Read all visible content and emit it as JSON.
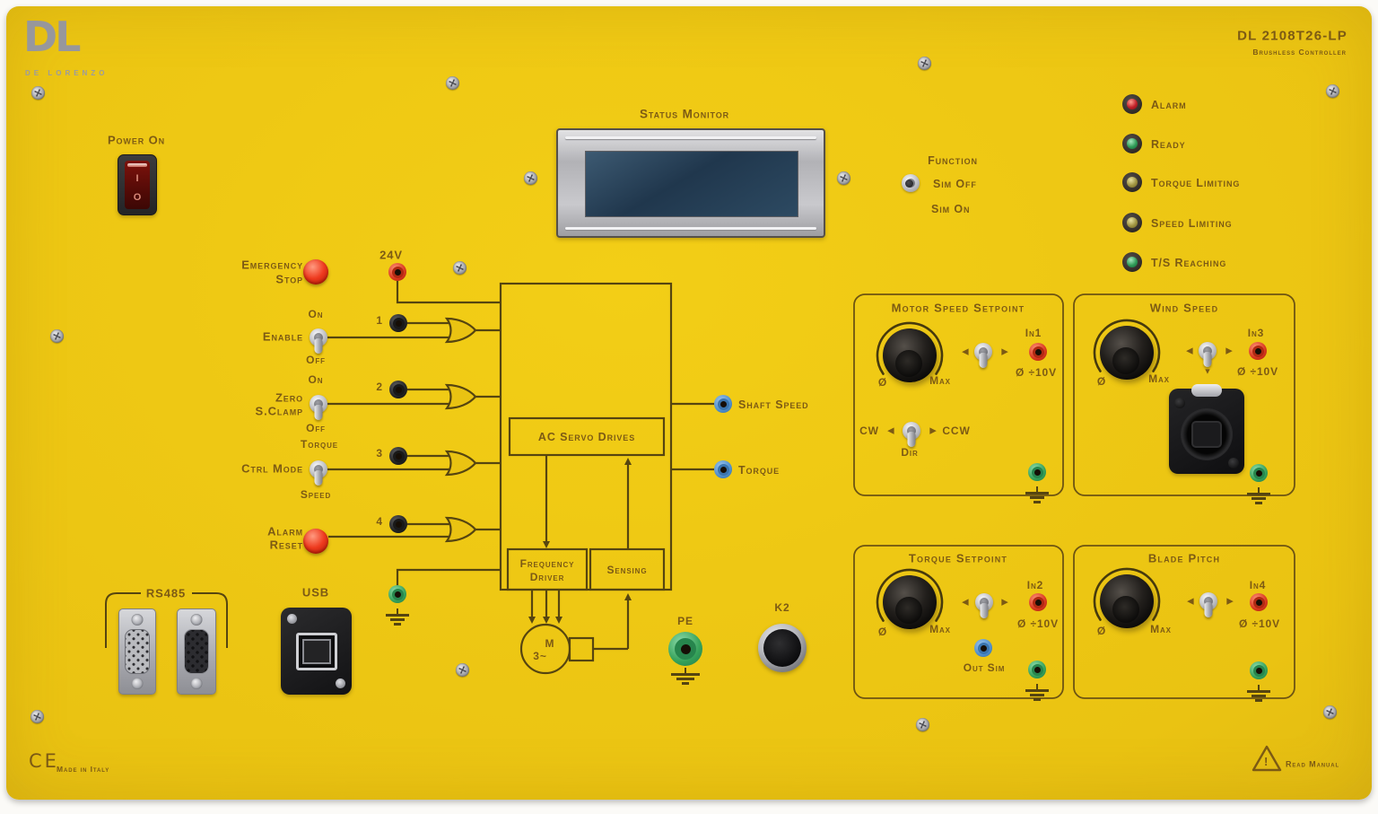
{
  "brand": {
    "logo": "DL",
    "name": "De Lorenzo"
  },
  "header": {
    "model": "DL 2108T26-LP",
    "subtitle": "Brushless Controller"
  },
  "power": {
    "label": "Power On",
    "on": "I",
    "off": "O"
  },
  "monitor": {
    "title": "Status Monitor"
  },
  "function": {
    "title": "Function",
    "sim_off": "Sim Off",
    "sim_on": "Sim On"
  },
  "leds": [
    {
      "label": "Alarm",
      "color": "#c02028"
    },
    {
      "label": "Ready",
      "color": "#2f9b56"
    },
    {
      "label": "Torque Limiting",
      "color": "#9f9440"
    },
    {
      "label": "Speed Limiting",
      "color": "#9f9440"
    },
    {
      "label": "T/S Reaching",
      "color": "#2f9b56"
    }
  ],
  "left": {
    "emergency": {
      "l1": "Emergency",
      "l2": "Stop"
    },
    "v24": "24V",
    "enable": {
      "on": "On",
      "label": "Enable",
      "off": "Off"
    },
    "zero_clamp": {
      "on": "On",
      "l1": "Zero",
      "l2": "S.Clamp",
      "off": "Off"
    },
    "ctrl_mode": {
      "top": "Torque",
      "label": "Ctrl Mode",
      "bottom": "Speed"
    },
    "alarm_reset": {
      "l1": "Alarm",
      "l2": "Reset"
    },
    "in1": "1",
    "in2": "2",
    "in3": "3",
    "in4": "4"
  },
  "diagram": {
    "servo": "AC Servo Drives",
    "freq_l1": "Frequency",
    "freq_l2": "Driver",
    "sensing": "Sensing",
    "motor_m": "M",
    "motor_phase": "3~",
    "shaft_speed": "Shaft Speed",
    "torque": "Torque",
    "pe": "PE",
    "k2": "K2"
  },
  "comms": {
    "rs485": "RS485",
    "usb": "USB"
  },
  "panels": {
    "motor_speed": {
      "title": "Motor Speed Setpoint",
      "zero": "Ø",
      "max": "Max",
      "input": "In1",
      "range": "Ø ÷10V",
      "cw": "CW",
      "ccw": "CCW",
      "dir": "Dir"
    },
    "wind_speed": {
      "title": "Wind Speed",
      "zero": "Ø",
      "max": "Max",
      "input": "In3",
      "range": "Ø ÷10V"
    },
    "torque_setpoint": {
      "title": "Torque Setpoint",
      "zero": "Ø",
      "max": "Max",
      "input": "In2",
      "range": "Ø ÷10V",
      "out_sim": "Out Sim"
    },
    "blade_pitch": {
      "title": "Blade Pitch",
      "zero": "Ø",
      "max": "Max",
      "input": "In4",
      "range": "Ø ÷10V"
    }
  },
  "icons": {
    "arrow_left": "◀",
    "arrow_right": "▶",
    "arrow_down": "▼",
    "warning": "!"
  },
  "footer": {
    "ce": "CE",
    "made": "Made in Italy",
    "read_manual": "Read Manual"
  }
}
